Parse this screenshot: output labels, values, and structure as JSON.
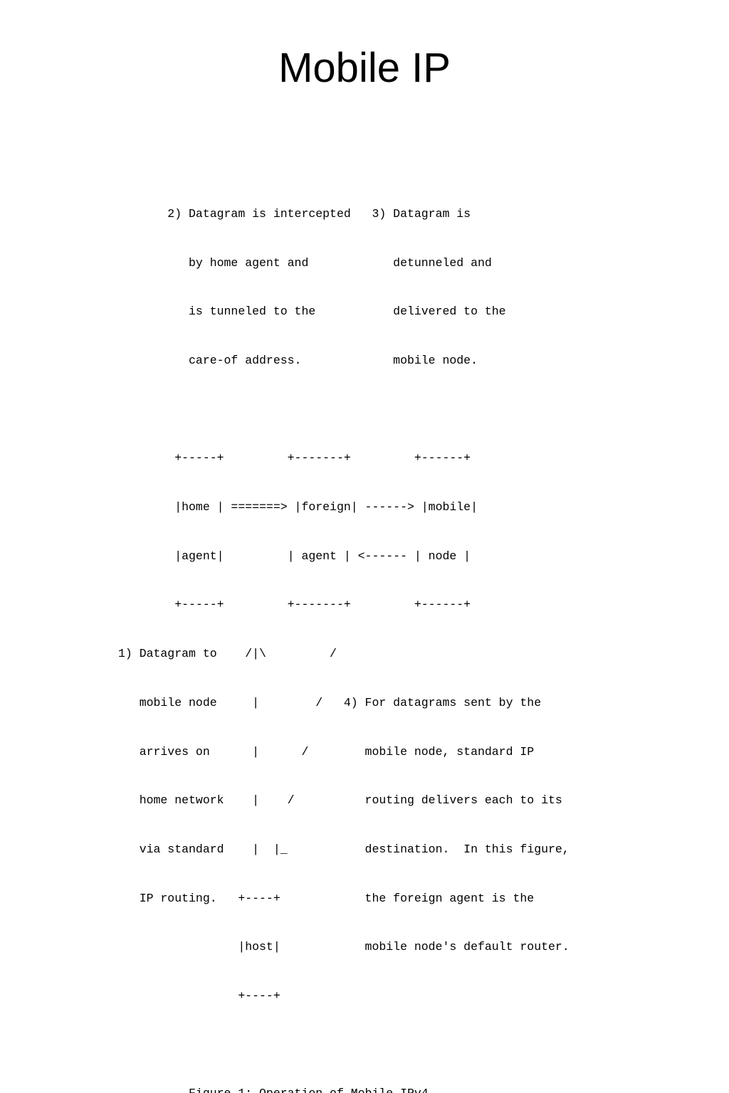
{
  "slide": {
    "title": "Mobile IP"
  },
  "figure": {
    "lines": [
      "       2) Datagram is intercepted   3) Datagram is",
      "          by home agent and            detunneled and",
      "          is tunneled to the           delivered to the",
      "          care-of address.             mobile node.",
      "",
      "        +-----+         +-------+         +------+",
      "        |home | =======> |foreign| ------> |mobile|",
      "        |agent|         | agent | <------ | node |",
      "        +-----+         +-------+         +------+",
      "1) Datagram to    /|\\         /",
      "   mobile node     |        /   4) For datagrams sent by the",
      "   arrives on      |      /        mobile node, standard IP",
      "   home network    |    /          routing delivers each to its",
      "   via standard    |  |_           destination.  In this figure,",
      "   IP routing.   +----+            the foreign agent is the",
      "                 |host|            mobile node's default router.",
      "                 +----+",
      "",
      "          Figure 1: Operation of Mobile IPv4"
    ]
  }
}
